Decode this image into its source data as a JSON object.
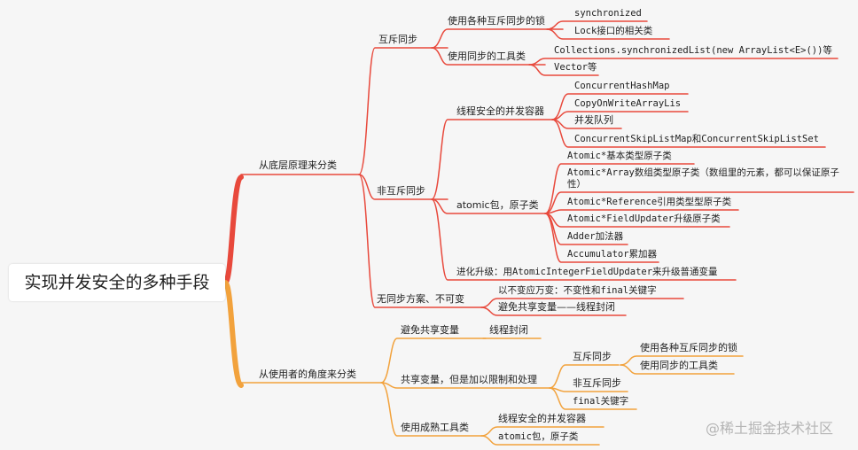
{
  "root": {
    "label": "实现并发安全的多种手段"
  },
  "branch1": {
    "label": "从底层原理来分类",
    "mutex": {
      "label": "互斥同步",
      "locks": {
        "label": "使用各种互斥同步的锁",
        "items": [
          "synchronized",
          "Lock接口的相关类"
        ]
      },
      "tools": {
        "label": "使用同步的工具类",
        "items": [
          "Collections.synchronizedList(new ArrayList<E>())等",
          "Vector等"
        ]
      }
    },
    "nonmutex": {
      "label": "非互斥同步",
      "containers": {
        "label": "线程安全的并发容器",
        "items": [
          "ConcurrentHashMap",
          "CopyOnWriteArrayLis",
          "并发队列",
          "ConcurrentSkipListMap和ConcurrentSkipListSet"
        ]
      },
      "atomic": {
        "label": "atomic包，原子类",
        "items": [
          "Atomic*基本类型原子类",
          "Atomic*Array数组类型原子类（数组里的元素，都可以保证原子性）",
          "Atomic*Reference引用类型型原子类",
          "Atomic*FieldUpdater升级原子类",
          "Adder加法器",
          "Accumulator累加器"
        ]
      },
      "upgrade": {
        "label": "进化升级：用AtomicIntegerFieldUpdater来升级普通变量"
      }
    },
    "nosync": {
      "label": "无同步方案、不可变",
      "items": [
        "以不变应万变：不变性和final关键字",
        "避免共享变量——线程封闭"
      ]
    }
  },
  "branch2": {
    "label": "从使用者的角度来分类",
    "avoid": {
      "label": "避免共享变量",
      "child": "线程封闭"
    },
    "shared": {
      "label": "共享变量，但是加以限制和处理",
      "mutex": {
        "label": "互斥同步",
        "items": [
          "使用各种互斥同步的锁",
          "使用同步的工具类"
        ]
      },
      "nonmutex": {
        "label": "非互斥同步"
      },
      "final": {
        "label": "final关键字"
      }
    },
    "mature": {
      "label": "使用成熟工具类",
      "items": [
        "线程安全的并发容器",
        "atomic包，原子类"
      ]
    }
  },
  "watermark": "@稀土掘金技术社区",
  "colors": {
    "red": "#e8493c",
    "orange": "#f2a23c",
    "root_bg": "#ffffff",
    "text": "#222222",
    "background": "#f6f6f6"
  }
}
